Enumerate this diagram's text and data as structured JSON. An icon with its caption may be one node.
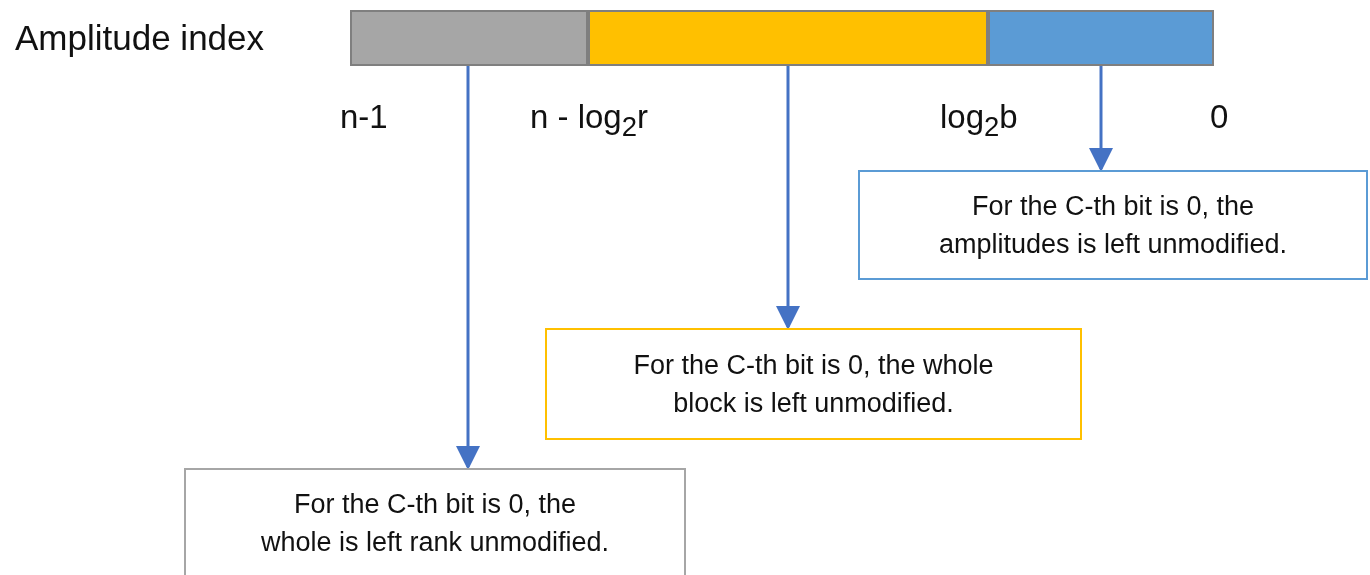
{
  "diagram": {
    "nodes": [
      {
        "text": [],
        "shape": "bar"
      },
      {
        "text": [],
        "shape": "bar"
      },
      {
        "text": [],
        "shape": "bar"
      },
      {
        "text": [
          "For the C-th bit is 0, the amplitudes is left unmodified."
        ]
      },
      {
        "text": [
          "For the C-th bit is 0, the whole block is left unmodified."
        ]
      },
      {
        "text": [
          "For the C-th bit is 0, the whole is left rank unmodified."
        ]
      }
    ],
    "edges": [
      {
        "from": 2,
        "to": 3,
        "arrow": "to"
      },
      {
        "from": 1,
        "to": 4,
        "arrow": "to"
      },
      {
        "from": 0,
        "to": 5,
        "arrow": "to"
      }
    ],
    "labels": [
      "Amplitude index",
      "n-1",
      "n - log$_{2}$r",
      "log$_{2}$b",
      "0"
    ]
  }
}
